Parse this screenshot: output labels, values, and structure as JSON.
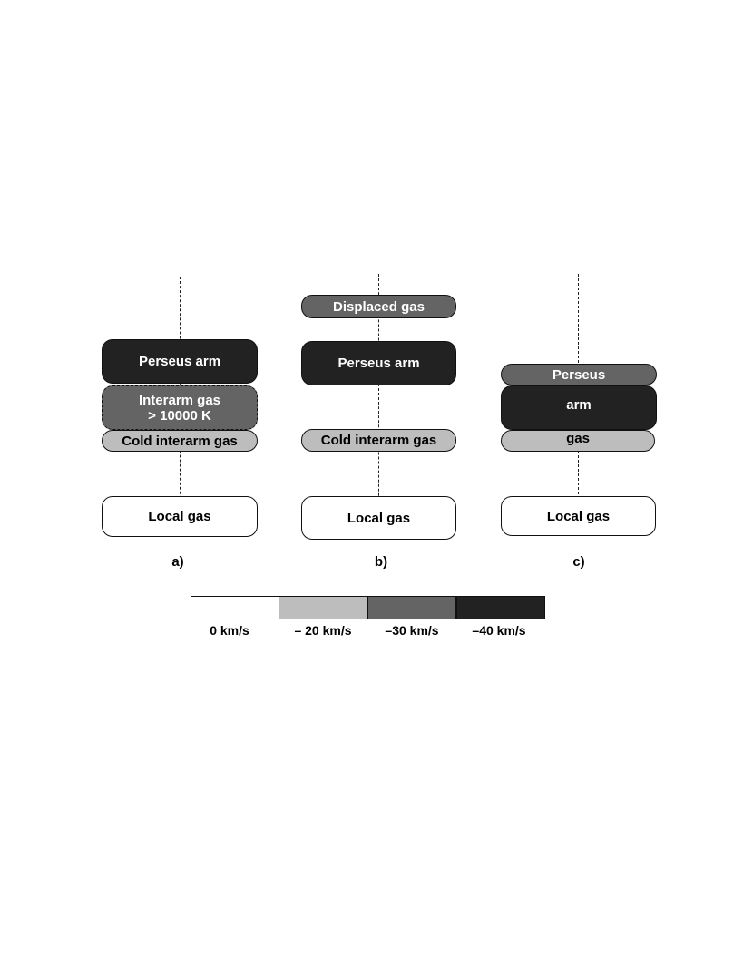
{
  "panels": [
    {
      "label": "a)",
      "boxes": [
        {
          "text": "Perseus arm",
          "velocity": -40
        },
        {
          "text": "Interarm gas\n> 10000 K",
          "velocity": -30
        },
        {
          "text": "Cold interarm gas",
          "velocity": -20
        },
        {
          "text": "Local gas",
          "velocity": 0
        }
      ]
    },
    {
      "label": "b)",
      "boxes": [
        {
          "text": "Displaced gas",
          "velocity": -30
        },
        {
          "text": "Perseus arm",
          "velocity": -40
        },
        {
          "text": "Cold interarm gas",
          "velocity": -20
        },
        {
          "text": "Local gas",
          "velocity": 0
        }
      ]
    },
    {
      "label": "c)",
      "boxes": [
        {
          "text": "Perseus",
          "velocity": -30
        },
        {
          "text": "arm",
          "velocity": -40
        },
        {
          "text": "gas",
          "velocity": -20
        },
        {
          "text": "Local gas",
          "velocity": 0
        }
      ]
    }
  ],
  "velocity_scale": [
    {
      "label": "0 km/s",
      "color": "#ffffff"
    },
    {
      "label": "– 20 km/s",
      "color": "#bdbdbd"
    },
    {
      "label": "–30 km/s",
      "color": "#646464"
    },
    {
      "label": "–40 km/s",
      "color": "#222222"
    }
  ]
}
